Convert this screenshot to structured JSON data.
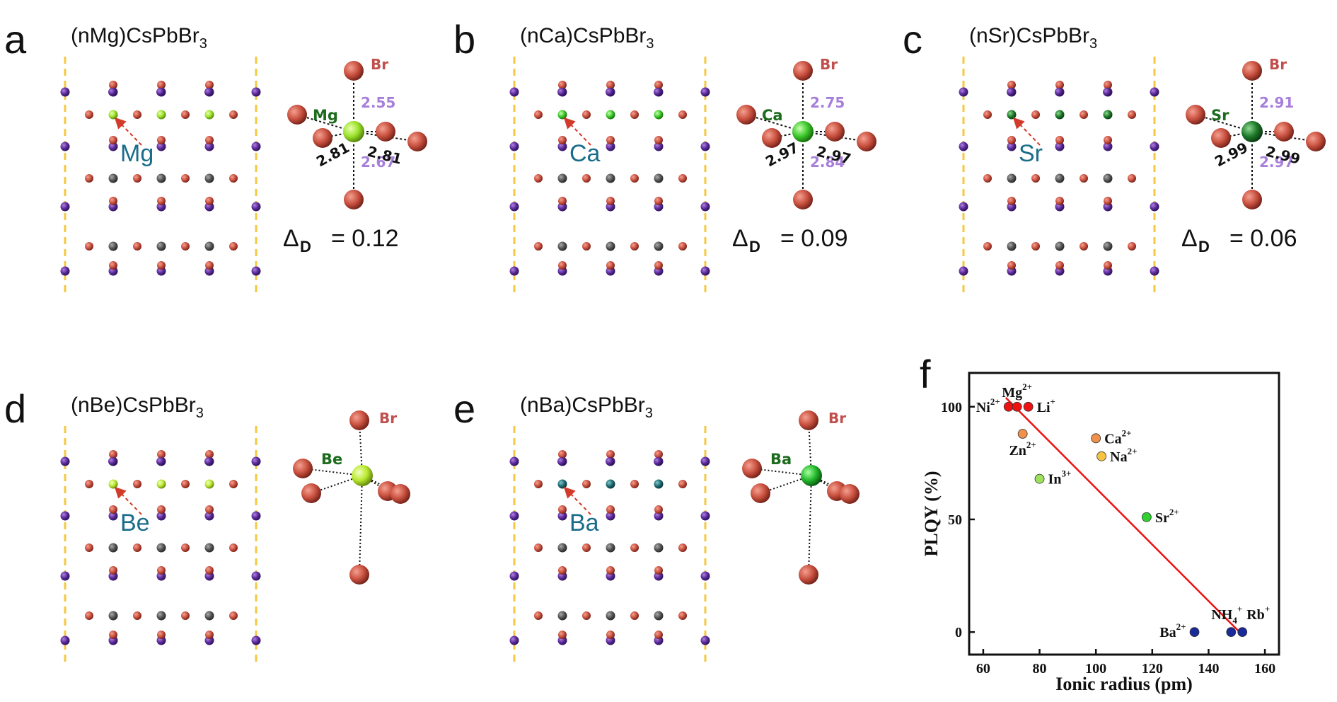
{
  "panels": [
    {
      "label": "a",
      "title_base": "(nMg)CsPbBr",
      "title_sub": "3",
      "dopant": "Mg",
      "octa_metal": "Mg",
      "br": "Br",
      "d_top": "2.55",
      "d_bottom": "2.67",
      "d_left": "2.81",
      "d_right": "2.81",
      "delta_symbol": "Δ",
      "delta_sub": "D",
      "delta_value": "= 0.12",
      "dopant_color": "#9be22a"
    },
    {
      "label": "b",
      "title_base": "(nCa)CsPbBr",
      "title_sub": "3",
      "dopant": "Ca",
      "octa_metal": "Ca",
      "br": "Br",
      "d_top": "2.75",
      "d_bottom": "2.84",
      "d_left": "2.97",
      "d_right": "2.97",
      "delta_symbol": "Δ",
      "delta_sub": "D",
      "delta_value": "= 0.09",
      "dopant_color": "#4cd22a"
    },
    {
      "label": "c",
      "title_base": "(nSr)CsPbBr",
      "title_sub": "3",
      "dopant": "Sr",
      "octa_metal": "Sr",
      "br": "Br",
      "d_top": "2.91",
      "d_bottom": "2.97",
      "d_left": "2.99",
      "d_right": "2.99",
      "delta_symbol": "Δ",
      "delta_sub": "D",
      "delta_value": "= 0.06",
      "dopant_color": "#1e7a2a"
    },
    {
      "label": "d",
      "title_base": "(nBe)CsPbBr",
      "title_sub": "3",
      "dopant": "Be",
      "octa_metal": "Be",
      "br": "Br",
      "dopant_color": "#b8e82e"
    },
    {
      "label": "e",
      "title_base": "(nBa)CsPbBr",
      "title_sub": "3",
      "dopant": "Ba",
      "octa_metal": "Ba",
      "br": "Br",
      "dopant_color": "#1f6b73"
    }
  ],
  "chart_label": "f",
  "chart_data": {
    "type": "scatter",
    "xlabel": "Ionic radius (pm)",
    "ylabel": "PLQY (%)",
    "xlim": [
      55,
      165
    ],
    "ylim": [
      -10,
      115
    ],
    "xticks": [
      60,
      80,
      100,
      120,
      140,
      160
    ],
    "yticks": [
      0,
      50,
      100
    ],
    "points": [
      {
        "ion": "Ni",
        "charge": "2+",
        "x": 69,
        "y": 100,
        "color": "#ee1111",
        "label_pos": "left"
      },
      {
        "ion": "Mg",
        "charge": "2+",
        "x": 72,
        "y": 100,
        "color": "#ee1111",
        "label_pos": "above"
      },
      {
        "ion": "Li",
        "charge": "+",
        "x": 76,
        "y": 100,
        "color": "#ee1111",
        "label_pos": "right"
      },
      {
        "ion": "Zn",
        "charge": "2+",
        "x": 74,
        "y": 88,
        "color": "#f0904a",
        "label_pos": "below"
      },
      {
        "ion": "Ca",
        "charge": "2+",
        "x": 100,
        "y": 86,
        "color": "#f0904a",
        "label_pos": "right"
      },
      {
        "ion": "Na",
        "charge": "2+",
        "x": 102,
        "y": 78,
        "color": "#f6c442",
        "label_pos": "right"
      },
      {
        "ion": "In",
        "charge": "3+",
        "x": 80,
        "y": 68,
        "color": "#9de25a",
        "label_pos": "right"
      },
      {
        "ion": "Sr",
        "charge": "2+",
        "x": 118,
        "y": 51,
        "color": "#2fd02f",
        "label_pos": "right"
      },
      {
        "ion": "Ba",
        "charge": "2+",
        "x": 135,
        "y": 0,
        "color": "#1a2a99",
        "label_pos": "left"
      },
      {
        "ion": "NH",
        "charge": "+",
        "x": 148,
        "y": 0,
        "color": "#1a2a99",
        "label_pos": "above",
        "sub": "4"
      },
      {
        "ion": "Rb",
        "charge": "+",
        "x": 152,
        "y": 0,
        "color": "#1a2a99",
        "label_pos": "aboveright"
      }
    ],
    "fit_line": {
      "x": [
        68,
        151
      ],
      "y": [
        104,
        0
      ],
      "color": "#ee1111"
    }
  }
}
